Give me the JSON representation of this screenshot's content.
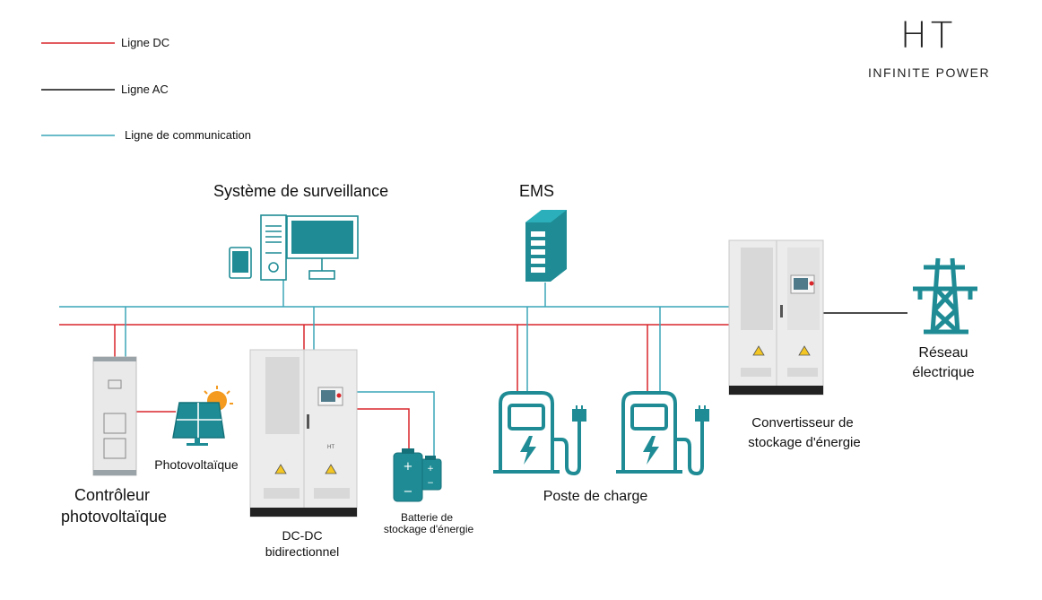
{
  "legend": {
    "dc": "Ligne DC",
    "ac": "Ligne AC",
    "comm": "Ligne de communication"
  },
  "brand": {
    "logo": "HT",
    "tagline": "INFINITE POWER"
  },
  "labels": {
    "monitoring": "Système de surveillance",
    "ems": "EMS",
    "pv_controller_1": "Contrôleur",
    "pv_controller_2": "photovoltaïque",
    "photovoltaic": "Photovoltaïque",
    "dcdc_1": "DC-DC",
    "dcdc_2": "bidirectionnel",
    "battery_1": "Batterie de",
    "battery_2": "stockage d'énergie",
    "charging": "Poste de charge",
    "converter_1": "Convertisseur de",
    "converter_2": "stockage d'énergie",
    "grid_1": "Réseau",
    "grid_2": "électrique"
  },
  "colors": {
    "dc_line": "#d9262b",
    "ac_line": "#111111",
    "comm_line": "#3aa6b9",
    "teal_icon": "#1f8c95",
    "cabinet": "#ebebeb"
  }
}
